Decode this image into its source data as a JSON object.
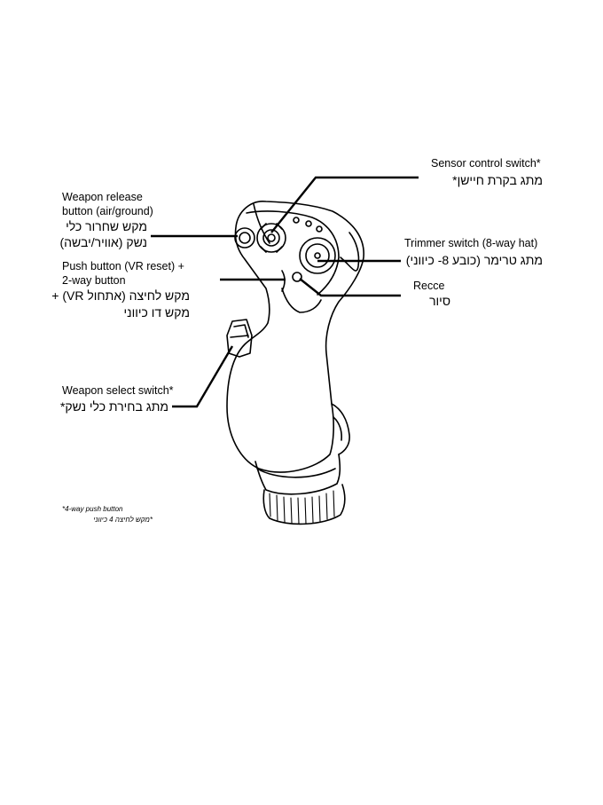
{
  "callouts": {
    "sensor_control": {
      "en": "Sensor control switch*",
      "he": "מתג בקרת חיישן*"
    },
    "weapon_release": {
      "en1": "Weapon release",
      "en2": "button (air/ground)",
      "he1": "מקש שחרור כלי",
      "he2": "נשק (אוויר/יבשה)"
    },
    "trimmer": {
      "en": "Trimmer switch (8-way hat)",
      "he": "מתג טרימר (כובע 8- כיווני)"
    },
    "push_button": {
      "en1": "Push button (VR reset) +",
      "en2": "2-way button",
      "he1": "מקש לחיצה (אתחול VR) +",
      "he2": "מקש דו כיווני"
    },
    "recce": {
      "en": "Recce",
      "he": "סיור"
    },
    "weapon_select": {
      "en": "Weapon select switch*",
      "he": "מתג בחירת כלי נשק*"
    }
  },
  "footnote": {
    "en": "*4-way push button",
    "he": "*מקש לחיצה 4 כיווני"
  }
}
